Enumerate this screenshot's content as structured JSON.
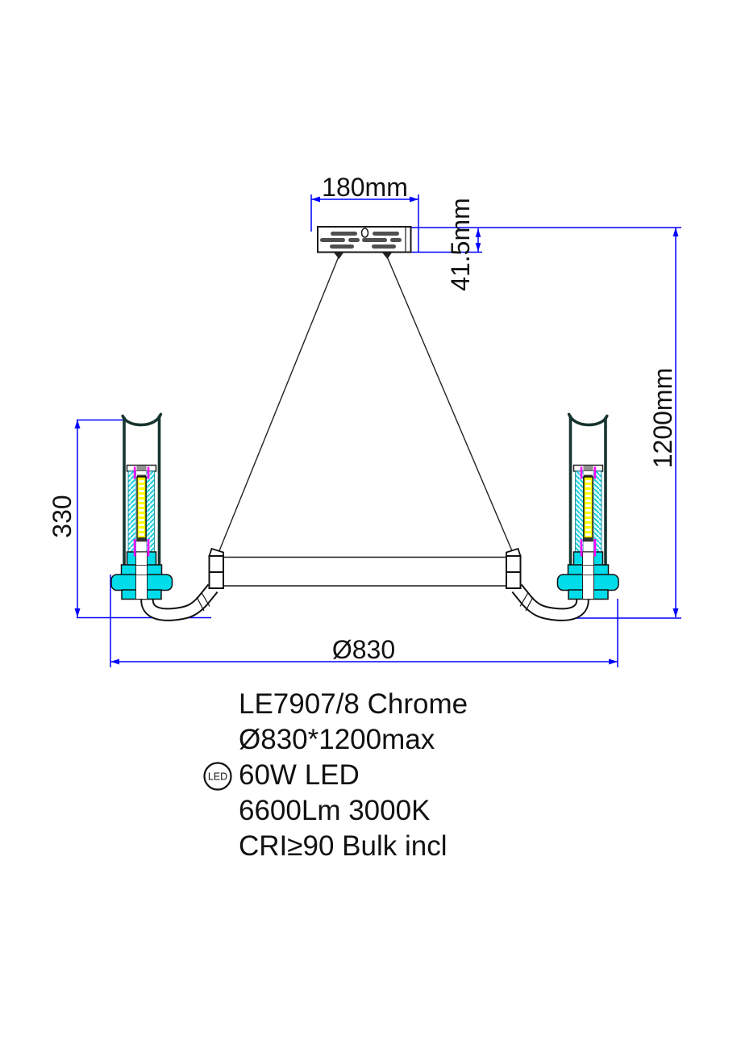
{
  "title": "LE7907/8 pendant lamp technical drawing",
  "dimensions": {
    "canopy_width": "180mm",
    "canopy_height": "41.5mm",
    "total_height": "1200mm",
    "lamp_height": "330",
    "diameter": "Ø830"
  },
  "specs": {
    "model": "LE7907/8 Chrome",
    "size": "Ø830*1200max",
    "power": "60W LED",
    "luminous": "6600Lm 3000K",
    "cri": "CRI≥90 Bulk incl",
    "led_badge": "LED"
  },
  "colors": {
    "dim-blue": "#0000ff",
    "line-black": "#1a1a1a",
    "tube-dark": "#17342f",
    "cyan": "#00dcea",
    "hatch-bg": "#d8fbfb",
    "hatch-line": "#00c4d6",
    "led-yellow": "#ffff00",
    "magenta": "#ff00ff",
    "slot-gray": "#4f4f4f"
  }
}
